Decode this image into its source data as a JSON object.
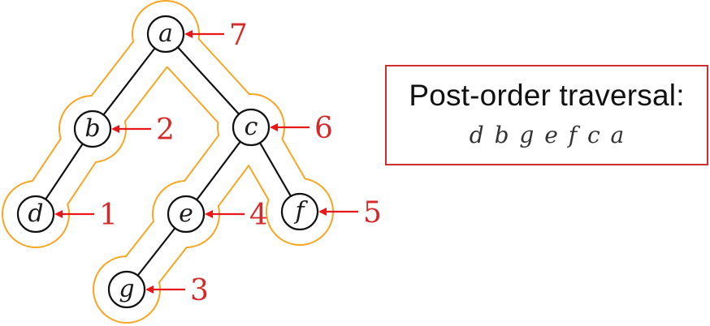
{
  "colors": {
    "outline": "#f5a623",
    "arrow": "#e81818",
    "order_number": "#d42a2a",
    "box_border": "#cf2e2e"
  },
  "tree": {
    "nodes": [
      {
        "id": "a",
        "label": "a",
        "order": "7"
      },
      {
        "id": "b",
        "label": "b",
        "order": "2"
      },
      {
        "id": "c",
        "label": "c",
        "order": "6"
      },
      {
        "id": "d",
        "label": "d",
        "order": "1"
      },
      {
        "id": "e",
        "label": "e",
        "order": "4"
      },
      {
        "id": "f",
        "label": "f",
        "order": "5"
      },
      {
        "id": "g",
        "label": "g",
        "order": "3"
      }
    ],
    "edges": [
      [
        "a",
        "b"
      ],
      [
        "a",
        "c"
      ],
      [
        "b",
        "d"
      ],
      [
        "c",
        "e"
      ],
      [
        "c",
        "f"
      ],
      [
        "e",
        "g"
      ]
    ]
  },
  "result": {
    "title": "Post-order traversal:",
    "sequence": "d b g e f c a"
  }
}
